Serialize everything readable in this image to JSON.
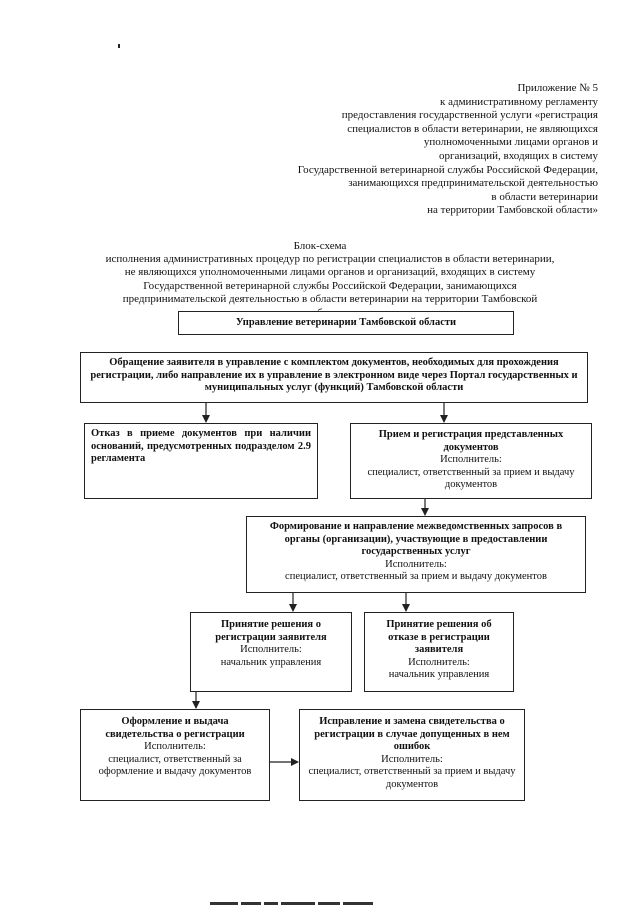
{
  "appendix": {
    "lines": [
      "Приложение № 5",
      "к административному регламенту",
      "предоставления государственной услуги «регистрация",
      "специалистов в области ветеринарии, не являющихся",
      "уполномоченными  лицами органов и",
      "организаций, входящих в систему",
      "Государственной ветеринарной службы Российской Федерации,",
      "занимающихся предпринимательской деятельностью",
      "в области ветеринарии",
      "на территории Тамбовской области»"
    ]
  },
  "heading": {
    "title": "Блок-схема",
    "lines": [
      "исполнения административных процедур по регистрации специалистов в области ветеринарии,",
      "не являющихся уполномоченными  лицами  органов и организаций, входящих в систему",
      "Государственной ветеринарной службы Российской Федерации, занимающихся",
      "предпринимательской деятельностью в области ветеринарии  на территории Тамбовской",
      "области"
    ]
  },
  "flowchart": {
    "department": "Управление ветеринарии Тамбовской области",
    "application": "Обращение заявителя в управление с комплектом документов, необходимых для прохождения регистрации, либо направление их в управление в электронном виде через Портал государственных и муниципальных услуг (функций) Тамбовской области",
    "refusal_intake": "Отказ в приеме документов при наличии оснований, предусмотренных подразделом 2.9 регламента",
    "intake": {
      "title": "Прием и регистрация представленных документов",
      "executor_label": "Исполнитель:",
      "executor": "специалист, ответственный за прием и выдачу документов"
    },
    "interagency": {
      "title": "Формирование и направление межведомственных запросов в органы (организации), участвующие в предоставлении государственных услуг",
      "executor_label": "Исполнитель:",
      "executor": "специалист, ответственный за прием и выдачу документов"
    },
    "decision_register": {
      "title": "Принятие решения о регистрации заявителя",
      "executor_label": "Исполнитель:",
      "executor": "начальник управления"
    },
    "decision_refuse": {
      "title": "Принятие решения  об отказе в регистрации заявителя",
      "executor_label": "Исполнитель:",
      "executor": "начальник управления"
    },
    "issue_certificate": {
      "title": "Оформление и выдача свидетельства о регистрации",
      "executor_label": "Исполнитель:",
      "executor": "специалист, ответственный за оформление и выдачу документов"
    },
    "fix_certificate": {
      "title": "Исправление и замена свидетельства о регистрации в случае допущенных в нем ошибок",
      "executor_label": "Исполнитель:",
      "executor": "специалист, ответственный за прием и выдачу документов"
    }
  }
}
